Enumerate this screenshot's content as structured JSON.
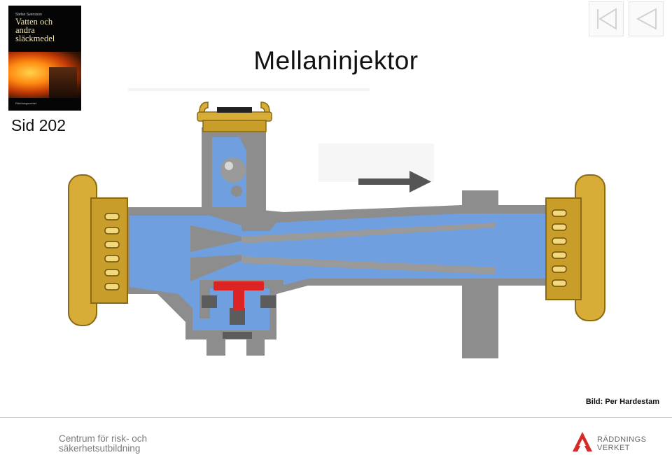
{
  "book_cover": {
    "author": "Stefan Svensson",
    "title_line1": "Vatten och",
    "title_line2": "andra",
    "title_line3": "släckmedel",
    "publisher": "Räddningsverket"
  },
  "page_ref": "Sid 202",
  "slide_title": "Mellaninjektor",
  "nav": {
    "first_icon": "first-slide-icon",
    "prev_icon": "previous-slide-icon"
  },
  "image_credit": "Bild: Per Hardestam",
  "footer": {
    "org_line1": "Centrum för risk- och",
    "org_line2": "säkerhetsutbildning",
    "agency_line1": "RÄDDNINGS",
    "agency_line2": "VERKET"
  },
  "colors": {
    "water": "#6f9fde",
    "body_gray": "#8d8d8d",
    "brass": "#d7ad37",
    "valve_red": "#dd2424",
    "arrow": "#555555",
    "logo_red": "#d62b2b"
  }
}
